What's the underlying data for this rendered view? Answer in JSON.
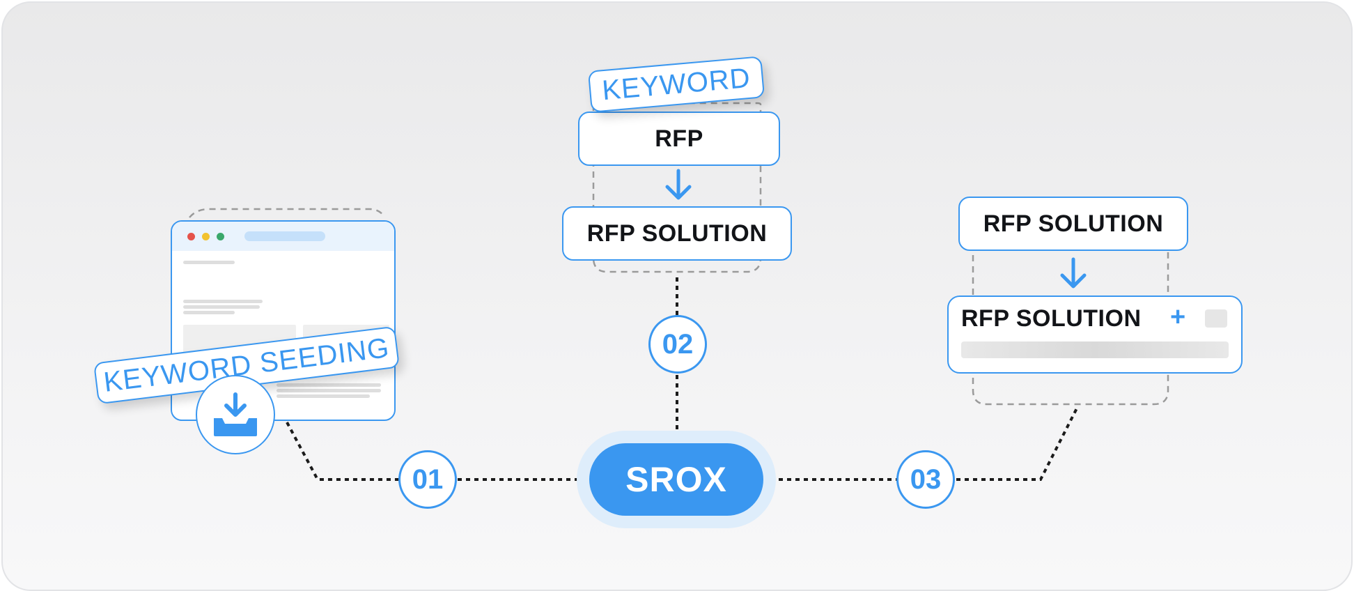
{
  "hub": {
    "label": "SROX"
  },
  "steps": [
    {
      "number": "01"
    },
    {
      "number": "02"
    },
    {
      "number": "03"
    }
  ],
  "step1": {
    "tag": "KEYWORD SEEDING",
    "icon": "tray-download-icon"
  },
  "step2": {
    "tag": "KEYWORD",
    "top_card": "RFP",
    "bottom_card": "RFP SOLUTION",
    "arrow_icon": "arrow-down-icon"
  },
  "step3": {
    "top_card": "RFP SOLUTION",
    "bottom_card": "RFP SOLUTION",
    "plus": "+",
    "arrow_icon": "arrow-down-icon"
  },
  "colors": {
    "accent": "#3a97f0",
    "accent_light": "#deedfb",
    "text_dark": "#121418",
    "connector": "#1b1b1b"
  }
}
